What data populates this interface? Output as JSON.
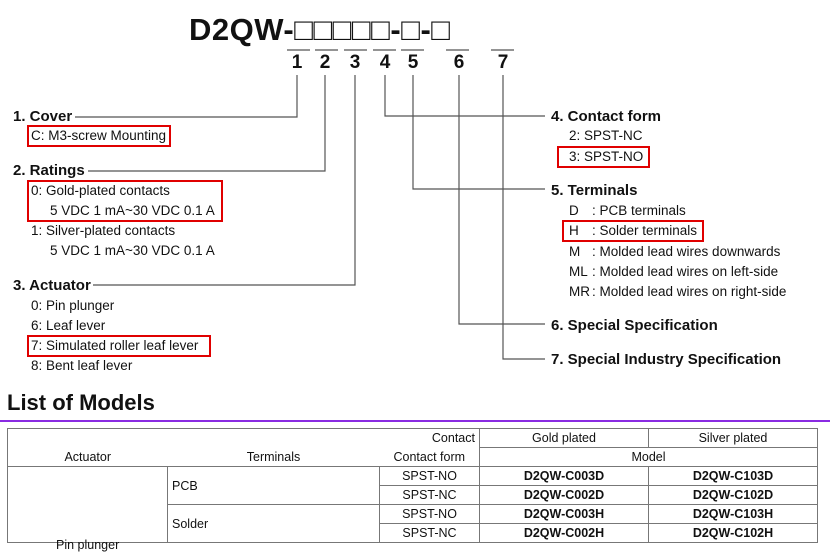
{
  "header": {
    "model_code": "D2QW-",
    "box_glyph": "□",
    "dash": "-",
    "position_numbers": [
      "1",
      "2",
      "3",
      "4",
      "5",
      "6",
      "7"
    ]
  },
  "sections": {
    "cover": {
      "title": "1.  Cover",
      "options": [
        "C: M3-screw Mounting"
      ]
    },
    "ratings": {
      "title": "2.  Ratings",
      "options": [
        {
          "label": "0: Gold-plated contacts",
          "detail": "5 VDC 1 mA~30 VDC 0.1 A"
        },
        {
          "label": "1: Silver-plated contacts",
          "detail": "5 VDC 1 mA~30 VDC 0.1 A"
        }
      ]
    },
    "actuator": {
      "title": "3.  Actuator",
      "options": [
        "0: Pin plunger",
        "6: Leaf lever",
        "7: Simulated roller leaf lever",
        "8: Bent leaf lever"
      ]
    },
    "contact_form": {
      "title": "4.  Contact form",
      "options": [
        "2: SPST-NC",
        "3: SPST-NO"
      ]
    },
    "terminals": {
      "title": "5.  Terminals",
      "options": [
        {
          "code": "D",
          "desc": ": PCB terminals"
        },
        {
          "code": "H",
          "desc": ": Solder terminals"
        },
        {
          "code": "M",
          "desc": ": Molded lead wires downwards"
        },
        {
          "code": "ML",
          "desc": ": Molded lead wires on left-side"
        },
        {
          "code": "MR",
          "desc": ": Molded lead wires on right-side"
        }
      ]
    },
    "special_spec": {
      "title": "6.  Special Specification"
    },
    "special_industry_spec": {
      "title": "7.  Special Industry Specification"
    }
  },
  "list_of_models": {
    "title": "List of Models",
    "header": {
      "contact": "Contact",
      "gold_plated": "Gold plated",
      "silver_plated": "Silver plated",
      "actuator": "Actuator",
      "terminals": "Terminals",
      "contact_form": "Contact form",
      "model": "Model"
    },
    "rows": [
      {
        "actuator": "",
        "terminals": "PCB",
        "contact_form": "SPST-NO",
        "gold": "D2QW-C003D",
        "silver": "D2QW-C103D"
      },
      {
        "actuator": "",
        "terminals": "",
        "contact_form": "SPST-NC",
        "gold": "D2QW-C002D",
        "silver": "D2QW-C102D"
      },
      {
        "actuator": "",
        "terminals": "Solder",
        "contact_form": "SPST-NO",
        "gold": "D2QW-C003H",
        "silver": "D2QW-C103H"
      },
      {
        "actuator": "",
        "terminals": "",
        "contact_form": "SPST-NC",
        "gold": "D2QW-C002H",
        "silver": "D2QW-C102H"
      }
    ],
    "partial_actuator_label": "Pin plunger"
  },
  "colors": {
    "highlight": "#e00000",
    "rule": "#8a2be2",
    "line": "#555555"
  }
}
